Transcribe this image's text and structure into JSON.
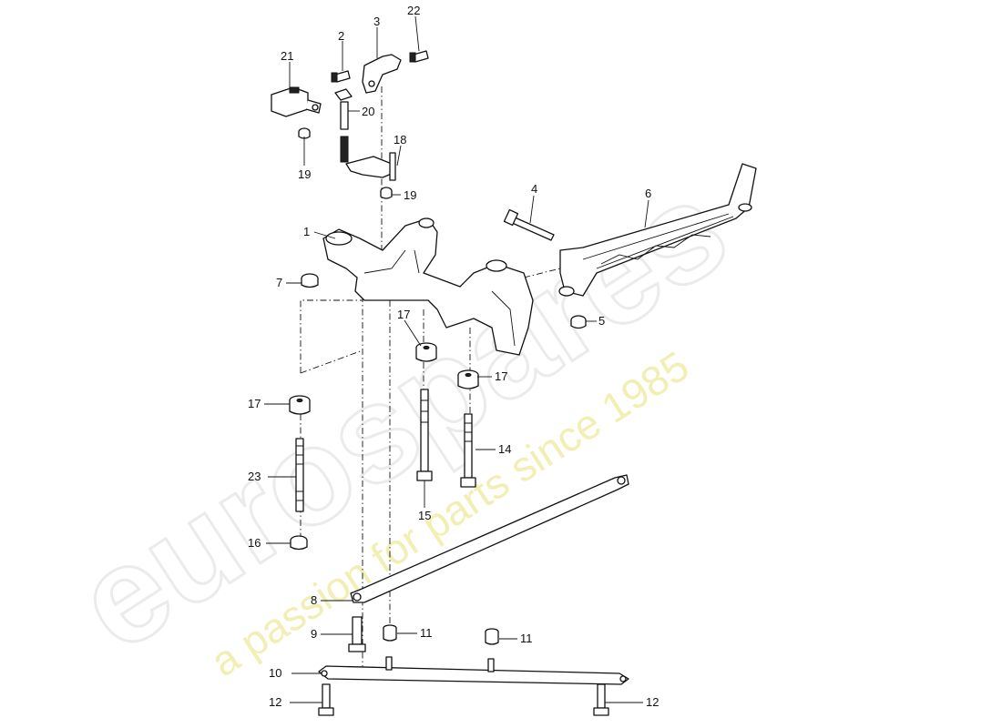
{
  "watermark": {
    "brand": "eurospares",
    "tagline": "a passion for parts since 1985"
  },
  "callouts": [
    {
      "id": "c1",
      "label": "1"
    },
    {
      "id": "c2",
      "label": "2"
    },
    {
      "id": "c3",
      "label": "3"
    },
    {
      "id": "c4",
      "label": "4"
    },
    {
      "id": "c5",
      "label": "5"
    },
    {
      "id": "c6",
      "label": "6"
    },
    {
      "id": "c7",
      "label": "7"
    },
    {
      "id": "c8",
      "label": "8"
    },
    {
      "id": "c9",
      "label": "9"
    },
    {
      "id": "c10",
      "label": "10"
    },
    {
      "id": "c11a",
      "label": "11"
    },
    {
      "id": "c11b",
      "label": "11"
    },
    {
      "id": "c12a",
      "label": "12"
    },
    {
      "id": "c12b",
      "label": "12"
    },
    {
      "id": "c14",
      "label": "14"
    },
    {
      "id": "c15",
      "label": "15"
    },
    {
      "id": "c16",
      "label": "16"
    },
    {
      "id": "c17a",
      "label": "17"
    },
    {
      "id": "c17b",
      "label": "17"
    },
    {
      "id": "c17c",
      "label": "17"
    },
    {
      "id": "c18",
      "label": "18"
    },
    {
      "id": "c19a",
      "label": "19"
    },
    {
      "id": "c19b",
      "label": "19"
    },
    {
      "id": "c20",
      "label": "20"
    },
    {
      "id": "c21",
      "label": "21"
    },
    {
      "id": "c22",
      "label": "22"
    },
    {
      "id": "c23",
      "label": "23"
    }
  ]
}
